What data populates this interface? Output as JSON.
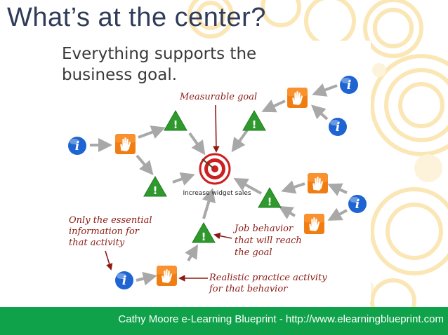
{
  "slide": {
    "title": "What’s at the center?",
    "subtitle": "Everything supports the business goal."
  },
  "diagram": {
    "center_label": "Increase widget sales",
    "annotations": {
      "goal": "Measurable goal",
      "info": [
        "Only the essential",
        "information for",
        "that activity"
      ],
      "behavior": [
        "Job behavior",
        "that will reach",
        "the goal"
      ],
      "practice": [
        "Realistic practice activity",
        "for that behavior"
      ]
    },
    "colors": {
      "info_icon": "#1e64d2",
      "practice_icon": "#f07d12",
      "behavior_icon": "#2e9a2e",
      "arrow": "#a8a8a8",
      "annotation": "#8c1a14",
      "footer": "#10a24a"
    },
    "icons": {
      "info": "info-icon",
      "practice": "hand-icon",
      "behavior": "warning-triangle-icon",
      "goal": "target-icon"
    }
  },
  "footer": {
    "credit": "Cathy Moore e-Learning Blueprint - http://www.elearningblueprint.com"
  }
}
